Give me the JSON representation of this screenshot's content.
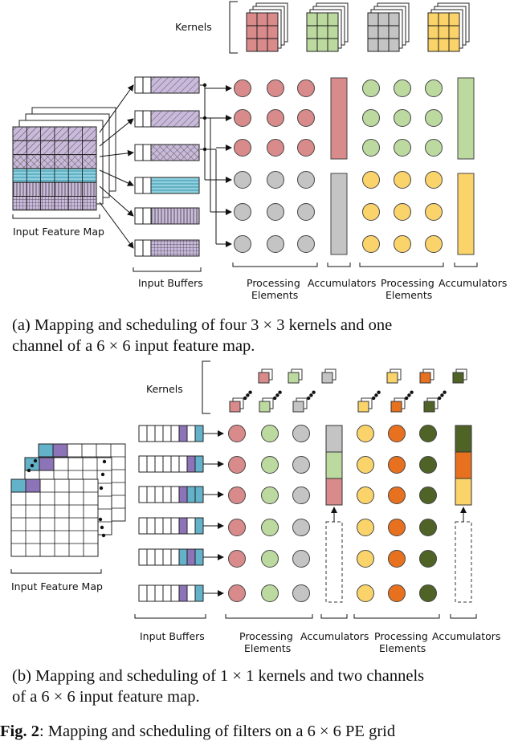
{
  "panel_a": {
    "kernels_label": "Kernels",
    "input_map_label": "Input Feature Map",
    "input_buffers_label": "Input Buffers",
    "pe_label_1": "Processing",
    "pe_label_2": "Elements",
    "acc_label": "Accumulators",
    "caption_line1": "(a) Mapping and scheduling of four 3 × 3 kernels and one",
    "caption_line2": "channel of a 6 × 6 input feature map."
  },
  "panel_b": {
    "kernels_label": "Kernels",
    "input_map_label": "Input Feature Map",
    "input_buffers_label": "Input Buffers",
    "pe_label_1": "Processing",
    "pe_label_2": "Elements",
    "acc_label": "Accumulators",
    "caption_line1": "(b) Mapping and scheduling of 1 × 1 kernels and two channels",
    "caption_line2": "of a 6 × 6 input feature map."
  },
  "figure_caption_bold": "Fig. 2",
  "figure_caption_text": ": Mapping and scheduling of filters on a 6 × 6 PE grid",
  "colors": {
    "red": "#d98a8a",
    "green": "#bcd9a0",
    "gray": "#c4c4c4",
    "yellow": "#fad46a",
    "orange": "#e8711f",
    "dark_green": "#4f6327",
    "purple": "#8d74b8",
    "teal": "#63b2c9"
  }
}
